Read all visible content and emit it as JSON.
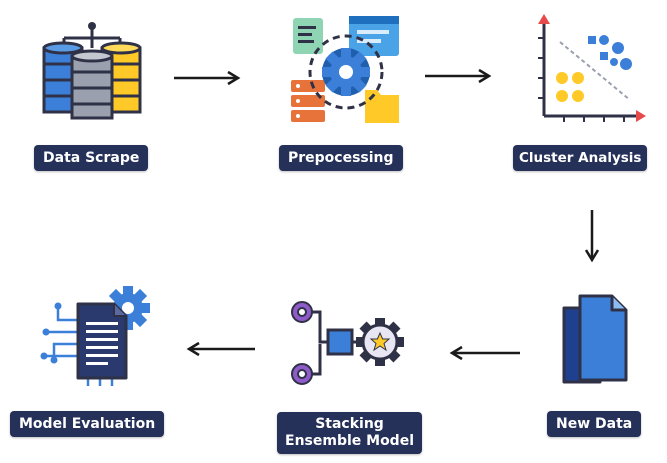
{
  "steps": {
    "data_scrape": "Data Scrape",
    "preprocessing": "Prepocessing",
    "cluster_analysis": "Cluster Analysis",
    "new_data": "New Data",
    "stacking_line1": "Stacking",
    "stacking_line2": "Ensemble Model",
    "model_evaluation": "Model Evaluation"
  },
  "icons": {
    "data_scrape": "database-stack-icon",
    "preprocessing": "gear-documents-icon",
    "cluster_analysis": "scatter-cluster-icon",
    "new_data": "documents-icon",
    "stacking": "gear-network-icon",
    "model_evaluation": "document-circuit-icon"
  },
  "colors": {
    "label_bg": "#263159",
    "arrow": "#1a1a1a",
    "blue": "#3b7fd9",
    "yellow": "#ffc928",
    "dark": "#2f3247"
  }
}
